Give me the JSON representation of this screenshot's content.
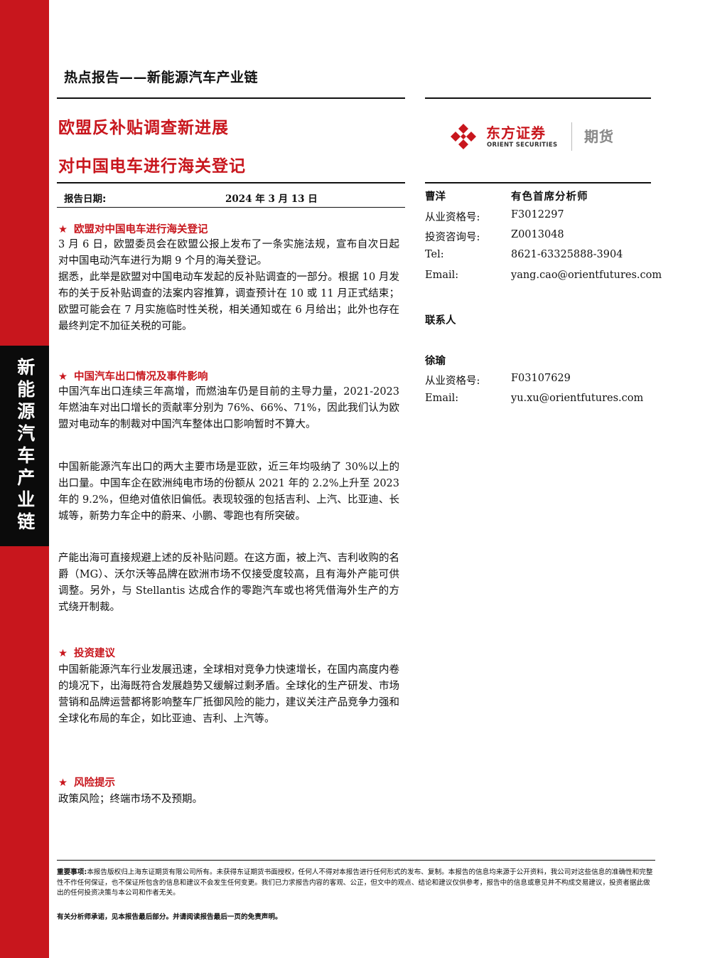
{
  "side_tab": "新能源汽车产业链",
  "header": {
    "title": "热点报告——新能源汽车产业链"
  },
  "title": {
    "line1": "欧盟反补贴调查新进展",
    "line2": "对中国电车进行海关登记"
  },
  "logo": {
    "cn": "东方证券",
    "en": "ORIENT SECURITIES",
    "futures": "期货",
    "brand_color": "#c8161d"
  },
  "report_date": {
    "label": "报告日期:",
    "value": "2024 年 3 月 13 日"
  },
  "sections": [
    {
      "heading": "欧盟对中国电车进行海关登记",
      "paragraphs": [
        "3 月 6 日，欧盟委员会在欧盟公报上发布了一条实施法规，宣布自次日起对中国电动汽车进行为期 9 个月的海关登记。",
        "据悉，此举是欧盟对中国电动车发起的反补贴调查的一部分。根据 10 月发布的关于反补贴调查的法案内容推算，调查预计在 10 或 11 月正式结束；欧盟可能会在 7 月实施临时性关税，相关通知或在 6 月给出；此外也存在最终判定不加征关税的可能。"
      ]
    },
    {
      "heading": "中国汽车出口情况及事件影响",
      "paragraphs": [
        "中国汽车出口连续三年高增，而燃油车仍是目前的主导力量，2021-2023 年燃油车对出口增长的贡献率分别为 76%、66%、71%，因此我们认为欧盟对电动车的制裁对中国汽车整体出口影响暂时不算大。",
        "中国新能源汽车出口的两大主要市场是亚欧，近三年均吸纳了 30%以上的出口量。中国车企在欧洲纯电市场的份额从 2021 年的 2.2%上升至 2023 年的 9.2%，但绝对值依旧偏低。表现较强的包括吉利、上汽、比亚迪、长城等，新势力车企中的蔚来、小鹏、零跑也有所突破。",
        "产能出海可直接规避上述的反补贴问题。在这方面，被上汽、吉利收购的名爵（MG）、沃尔沃等品牌在欧洲市场不仅接受度较高，且有海外产能可供调整。另外，与 Stellantis 达成合作的零跑汽车或也将凭借海外生产的方式绕开制裁。"
      ]
    },
    {
      "heading": "投资建议",
      "paragraphs": [
        "中国新能源汽车行业发展迅速，全球相对竞争力快速增长，在国内高度内卷的境况下，出海既符合发展趋势又缓解过剩矛盾。全球化的生产研发、市场营销和品牌运营都将影响整车厂抵御风险的能力，建议关注产品竞争力强和全球化布局的车企，如比亚迪、吉利、上汽等。"
      ]
    },
    {
      "heading": "风险提示",
      "paragraphs": [
        "政策风险；终端市场不及预期。"
      ]
    }
  ],
  "analyst": {
    "name": "曹洋",
    "title": "有色首席分析师",
    "rows": [
      {
        "label": "从业资格号:",
        "value": "F3012297"
      },
      {
        "label": "投资咨询号:",
        "value": "Z0013048"
      },
      {
        "label": "Tel:",
        "value": "8621-63325888-3904"
      },
      {
        "label": "Email:",
        "value": "yang.cao@orientfutures.com"
      }
    ]
  },
  "contact_heading": "联系人",
  "contact": {
    "name": "徐瑜",
    "rows": [
      {
        "label": "从业资格号:",
        "value": "F03107629"
      },
      {
        "label": "Email:",
        "value": "yu.xu@orientfutures.com"
      }
    ]
  },
  "footer": {
    "disclaimer_label": "重要事项:",
    "disclaimer_text": "本报告版权归上海东证期货有限公司所有。未获得东证期货书面授权，任何人不得对本报告进行任何形式的发布、复制。本报告的信息均来源于公开资料，我公司对这些信息的准确性和完整性不作任何保证，也不保证所包含的信息和建议不会发生任何变更。我们已力求报告内容的客观、公正，但文中的观点、结论和建议仅供参考，报告中的信息或意见并不构成交易建议，投资者据此做出的任何投资决策与本公司和作者无关。",
    "note": "有关分析师承诺，见本报告最后部分。并请阅读报告最后一页的免责声明。"
  }
}
